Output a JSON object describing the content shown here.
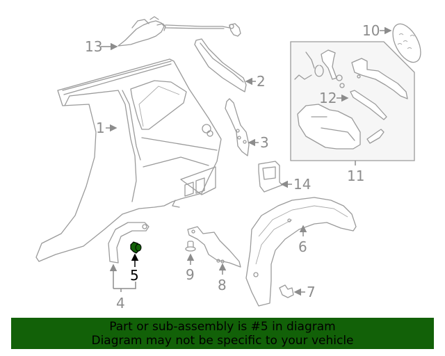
{
  "diagram": {
    "highlight_color": "#126108",
    "line_color": "#9a9a9a",
    "label_color": "#8c8c8c",
    "highlighted_part": "5",
    "callouts": [
      {
        "id": "1",
        "label": "1"
      },
      {
        "id": "2",
        "label": "2"
      },
      {
        "id": "3",
        "label": "3"
      },
      {
        "id": "4",
        "label": "4"
      },
      {
        "id": "5",
        "label": "5"
      },
      {
        "id": "6",
        "label": "6"
      },
      {
        "id": "7",
        "label": "7"
      },
      {
        "id": "8",
        "label": "8"
      },
      {
        "id": "9",
        "label": "9"
      },
      {
        "id": "10",
        "label": "10"
      },
      {
        "id": "11",
        "label": "11"
      },
      {
        "id": "12",
        "label": "12"
      },
      {
        "id": "13",
        "label": "13"
      },
      {
        "id": "14",
        "label": "14"
      }
    ]
  },
  "banner": {
    "line1": "Part or sub-assembly is #5 in diagram",
    "line2": "Diagram may not be specific to your vehicle",
    "background": "#126108"
  }
}
